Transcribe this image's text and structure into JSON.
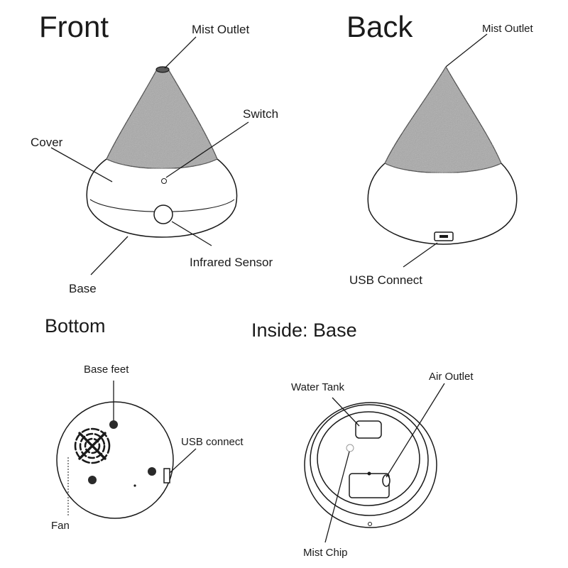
{
  "headings": {
    "front": "Front",
    "back": "Back",
    "bottom": "Bottom",
    "inside": "Inside: Base"
  },
  "front": {
    "mist_outlet": "Mist Outlet",
    "switch": "Switch",
    "cover": "Cover",
    "infrared_sensor": "Infrared Sensor",
    "base": "Base"
  },
  "back": {
    "mist_outlet": "Mist Outlet",
    "usb_connect": "USB Connect"
  },
  "bottom": {
    "base_feet": "Base feet",
    "usb_connect": "USB connect",
    "fan": "Fan"
  },
  "inside": {
    "water_tank": "Water Tank",
    "air_outlet": "Air Outlet",
    "mist_chip": "Mist Chip"
  },
  "colors": {
    "cover_fill": "#a9a9a9",
    "ink": "#1a1a1a"
  }
}
